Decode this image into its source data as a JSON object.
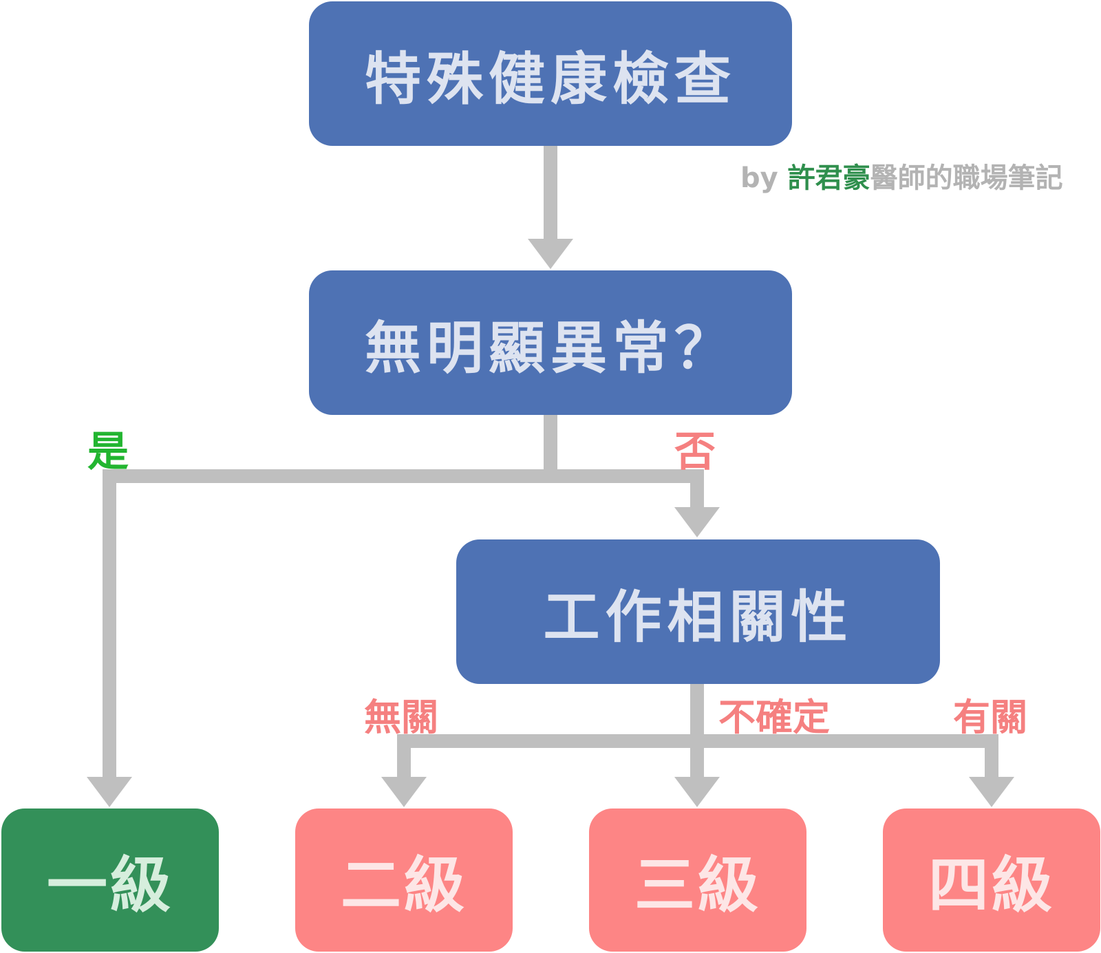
{
  "title_box": "特殊健康檢查",
  "question_box": "無明顯異常？",
  "relevance_box": "工作相關性",
  "credit": {
    "prefix": "by",
    "name": "許君豪",
    "suffix": "醫師的職場筆記"
  },
  "branch_labels": {
    "yes": "是",
    "no": "否",
    "unrelated": "無關",
    "uncertain": "不確定",
    "related": "有關"
  },
  "levels": {
    "level1": "一級",
    "level2": "二級",
    "level3": "三級",
    "level4": "四級"
  },
  "colors": {
    "question_fill": "#4e72b4",
    "level1_fill": "#339059",
    "level_other_fill": "#fd8585",
    "connector": "#bfbfbf",
    "yes_label": "#22b530",
    "no_label": "#f58080",
    "credit_grey": "#b3b3b3",
    "credit_name": "#2f8f4d"
  }
}
